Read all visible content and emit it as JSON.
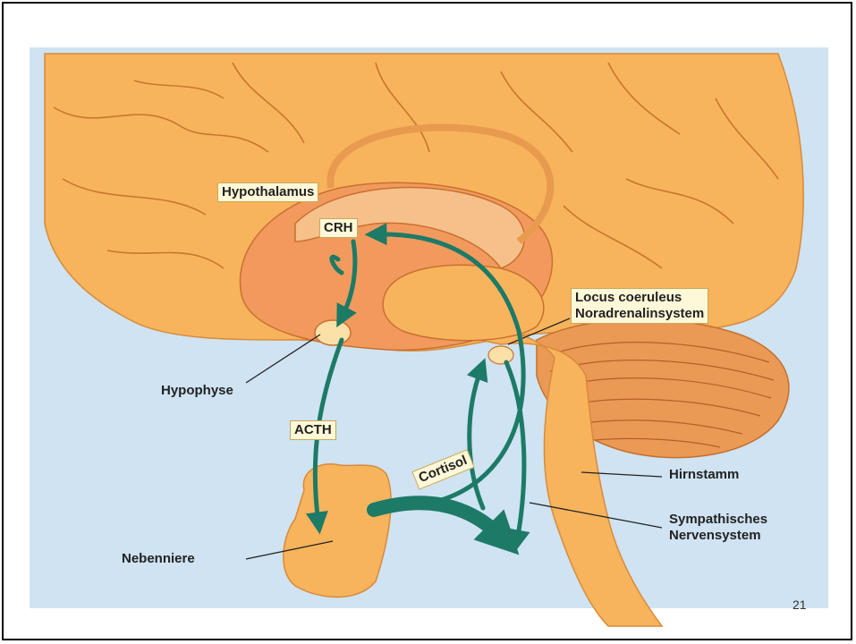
{
  "labels": {
    "hypothalamus": "Hypothalamus",
    "crh": "CRH",
    "hypophyse": "Hypophyse",
    "acth": "ACTH",
    "cortisol": "Cortisol",
    "nebenniere": "Nebenniere",
    "locus_line1": "Locus coeruleus",
    "locus_line2": "Noradrenalinsystem",
    "hirnstamm": "Hirnstamm",
    "sympathisch_line1": "Sympathisches",
    "sympathisch_line2": "Nervensystem"
  },
  "page_number": "21",
  "colors": {
    "background": "#cfe3f2",
    "brain": "#f7b45c",
    "brain_dark": "#e9914a",
    "limbic": "#f29a5e",
    "arrow": "#1d7a66"
  }
}
